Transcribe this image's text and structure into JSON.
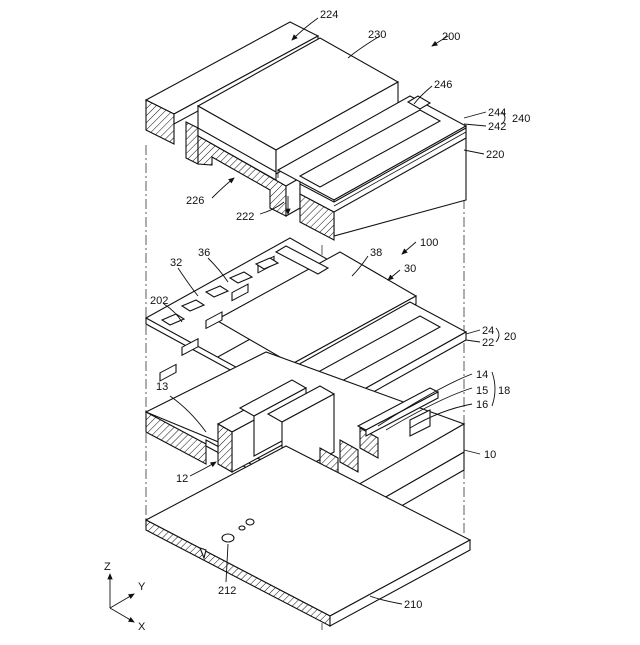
{
  "labels": {
    "n224": "224",
    "n230": "230",
    "n200": "200",
    "n246": "246",
    "n244": "244",
    "n242": "242",
    "n240": "240",
    "n220": "220",
    "n226": "226",
    "n222": "222",
    "n100": "100",
    "n38": "38",
    "n30": "30",
    "n36": "36",
    "n32": "32",
    "n202": "202",
    "n24": "24",
    "n22": "22",
    "n20": "20",
    "n14": "14",
    "n15": "15",
    "n16": "16",
    "n18": "18",
    "n13": "13",
    "n12": "12",
    "n10": "10",
    "n212": "212",
    "n210": "210",
    "axis_z": "Z",
    "axis_y": "Y",
    "axis_x": "X"
  }
}
